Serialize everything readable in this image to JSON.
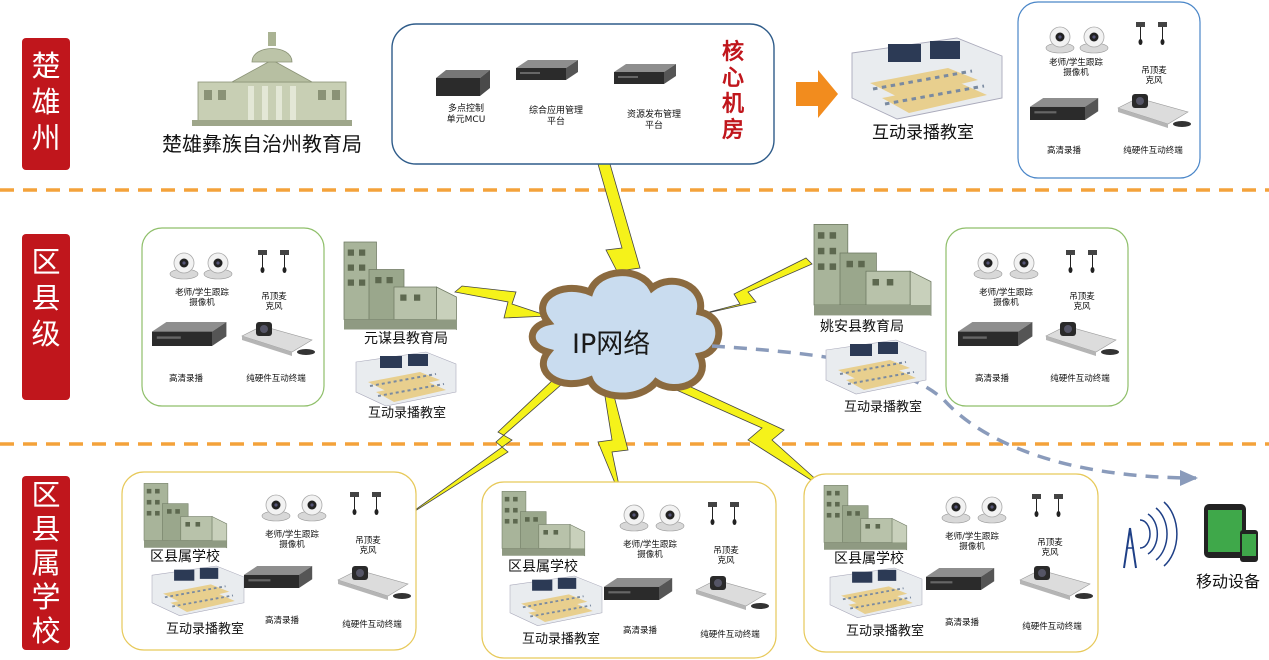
{
  "tiers": {
    "prefecture": [
      "楚",
      "雄",
      "州"
    ],
    "county": [
      "区",
      "县",
      "级"
    ],
    "school": [
      "区",
      "县",
      "属",
      "学",
      "校"
    ]
  },
  "prefecture": {
    "bureau_name": "楚雄彝族自治州教育局",
    "datacenter": {
      "title": "核心机房",
      "devices": [
        "多点控制\n单元MCU",
        "综合应用管理\n平台",
        "资源发布管理\n平台"
      ]
    },
    "classroom": "互动录播教室"
  },
  "equipment": {
    "camera": "老师/学生跟踪\n摄像机",
    "mic": "吊顶麦\n克风",
    "recorder": "高清录播",
    "terminal": "纯硬件互动终端"
  },
  "network": {
    "label": "IP网络"
  },
  "counties": [
    {
      "name": "元谋县教育局",
      "classroom": "互动录播教室"
    },
    {
      "name": "姚安县教育局",
      "classroom": "互动录播教室"
    }
  ],
  "schools": [
    {
      "name": "区县属学校",
      "classroom": "互动录播教室"
    },
    {
      "name": "区县属学校",
      "classroom": "互动录播教室"
    },
    {
      "name": "区县属学校",
      "classroom": "互动录播教室"
    }
  ],
  "mobile": {
    "label": "移动设备"
  },
  "colors": {
    "tier_label": "#c0161c",
    "divider": "#f4a23a",
    "arrow": "#f28c1e",
    "bolt": "#f5f21a",
    "cloud": "#c9dcef",
    "dashed_link": "#8a9bbb"
  }
}
